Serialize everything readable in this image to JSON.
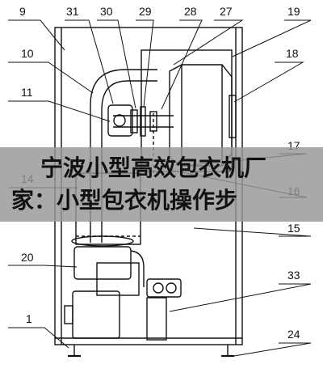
{
  "callouts": [
    "9",
    "31",
    "30",
    "29",
    "28",
    "27",
    "19",
    "10",
    "18",
    "11",
    "17",
    "14",
    "16",
    "15",
    "20",
    "33",
    "1",
    "24"
  ],
  "banner": {
    "line1": "宁波小型高效包衣机厂",
    "line2": "家：小型包衣机操作步"
  }
}
